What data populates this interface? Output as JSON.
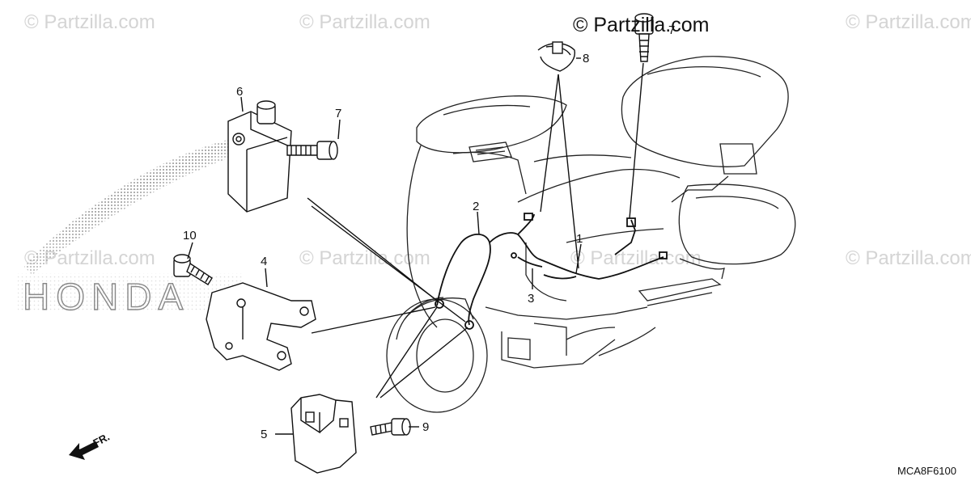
{
  "watermark": {
    "main": "© Partzilla.com",
    "faint": "© Partzilla.com"
  },
  "logo_text": "HONDA",
  "diagram_code": "MCA8F6100",
  "direction_label": "FR.",
  "callouts": [
    {
      "id": "c1",
      "label": "1"
    },
    {
      "id": "c2",
      "label": "2"
    },
    {
      "id": "c3",
      "label": "3"
    },
    {
      "id": "c4",
      "label": "4"
    },
    {
      "id": "c5",
      "label": "5"
    },
    {
      "id": "c6",
      "label": "6"
    },
    {
      "id": "c7a",
      "label": "7"
    },
    {
      "id": "c7b",
      "label": "7"
    },
    {
      "id": "c8",
      "label": "8"
    },
    {
      "id": "c9",
      "label": "9"
    },
    {
      "id": "c10",
      "label": "10"
    }
  ]
}
